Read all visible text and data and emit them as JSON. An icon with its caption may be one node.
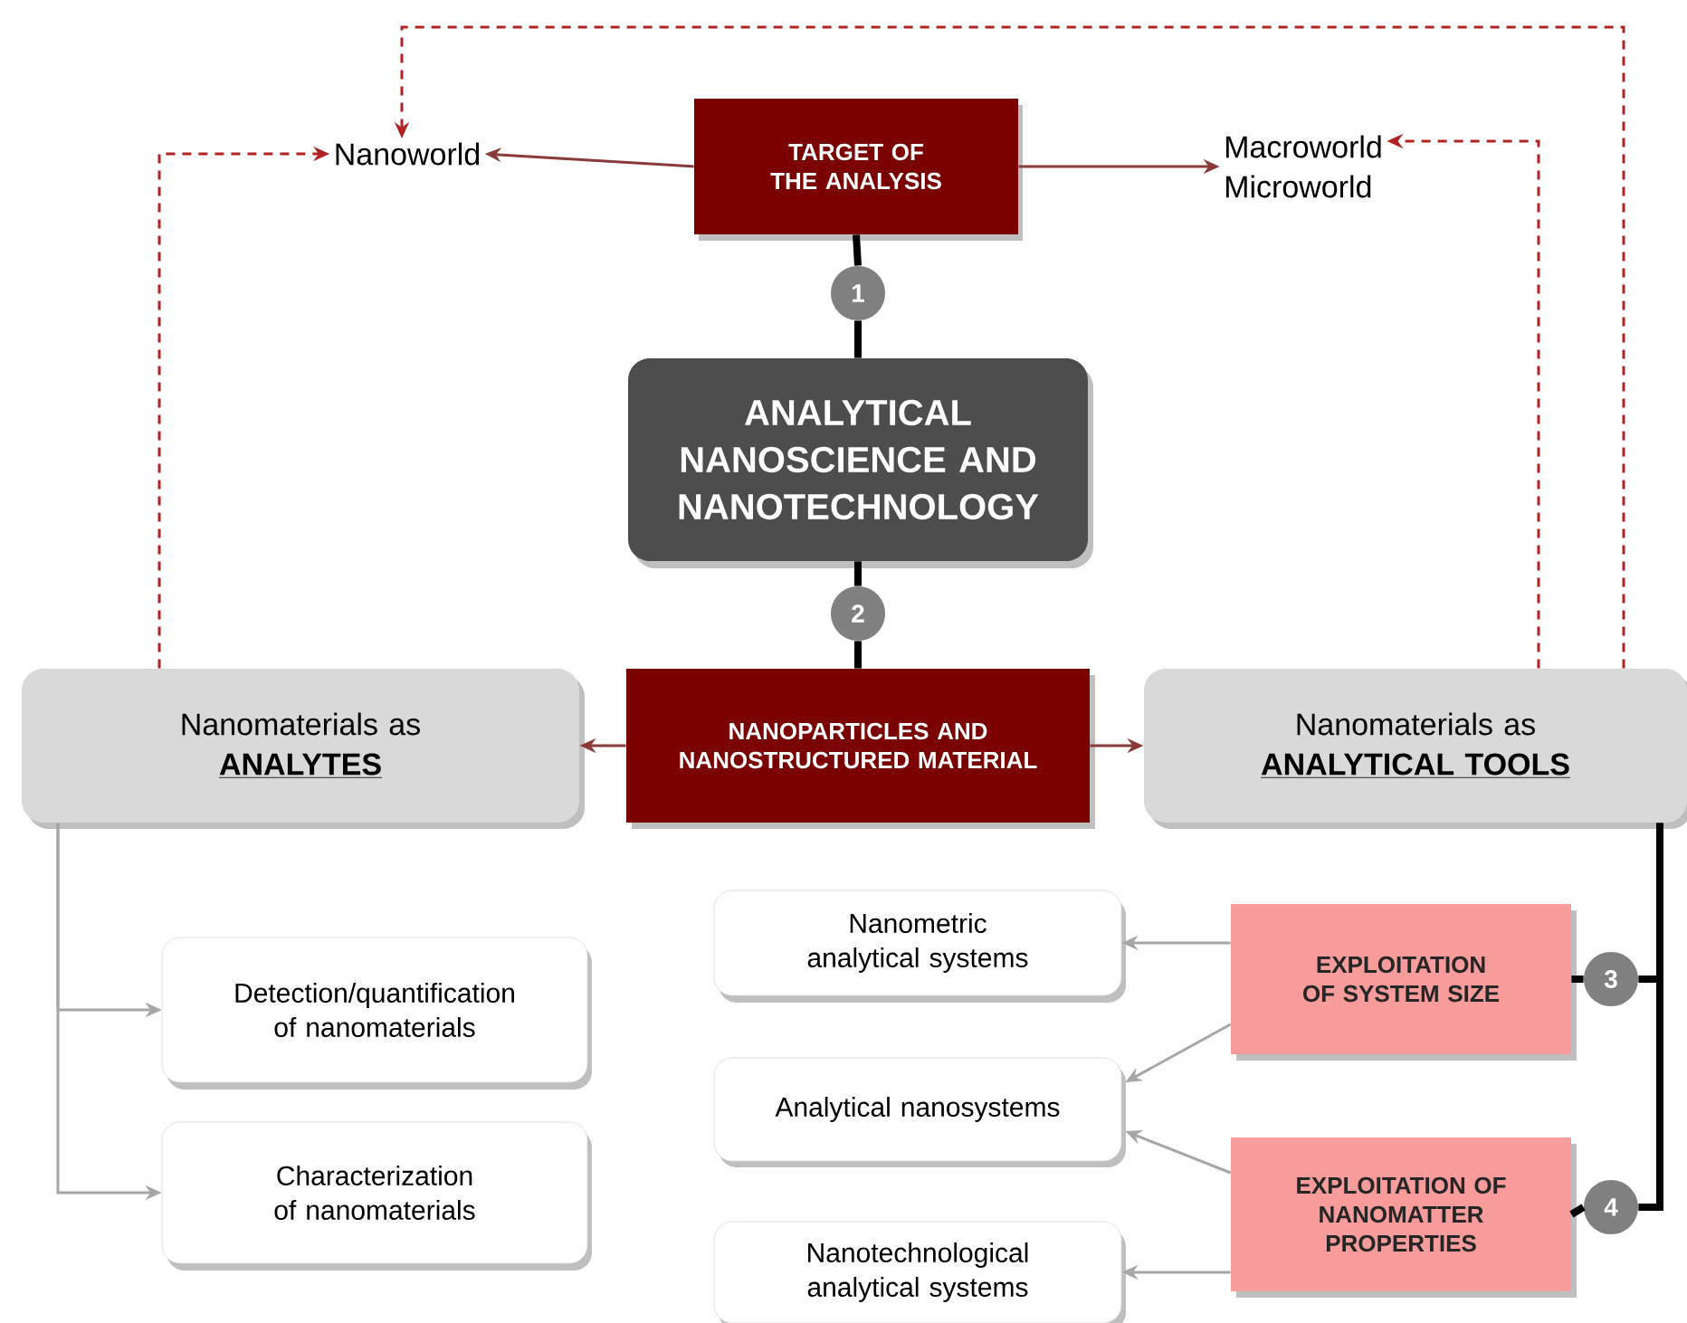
{
  "diagram": {
    "nodes": [
      {
        "text": [
          "Nanoworld"
        ]
      },
      {
        "text": [
          "TARGET OF THE ANALYSIS"
        ]
      },
      {
        "text": [
          "Macroworld",
          "Microworld"
        ]
      },
      {
        "text": [
          "1"
        ]
      },
      {
        "text": [
          "ANALYTICAL NANOSCIENCE AND NANOTECHNOLOGY"
        ]
      },
      {
        "text": [
          "2"
        ]
      },
      {
        "text": [
          "Nanomaterials as",
          "ANALYTES"
        ]
      },
      {
        "text": [
          "NANOPARTICLES AND NANOSTRUCTURED MATERIAL"
        ]
      },
      {
        "text": [
          "Nanomaterials as",
          "ANALYTICAL TOOLS"
        ]
      },
      {
        "text": [
          "Nanometric analytical systems"
        ]
      },
      {
        "text": [
          "EXPLOITATION OF SYSTEM SIZE"
        ]
      },
      {
        "text": [
          "3"
        ]
      },
      {
        "text": [
          "Detection/quantification of nanomaterials"
        ]
      },
      {
        "text": [
          "Analytical nanosystems"
        ]
      },
      {
        "text": [
          "Characterization of nanomaterials"
        ]
      },
      {
        "text": [
          "EXPLOITATION OF NANOMATTER PROPERTIES"
        ]
      },
      {
        "text": [
          "4"
        ]
      },
      {
        "text": [
          "Nanotechnological analytical systems"
        ]
      }
    ],
    "edges": [
      {
        "from": 1,
        "to": 0,
        "arrow": "to",
        "color": "#8b3a3a"
      },
      {
        "from": 1,
        "to": 2,
        "arrow": "to",
        "color": "#8b3a3a"
      },
      {
        "from": 1,
        "to": 3,
        "arrow": "none",
        "style": "thick"
      },
      {
        "from": 3,
        "to": 4,
        "arrow": "none",
        "style": "thick"
      },
      {
        "from": 4,
        "to": 5,
        "arrow": "none",
        "style": "thick"
      },
      {
        "from": 5,
        "to": 7,
        "arrow": "none",
        "style": "thick"
      },
      {
        "from": 7,
        "to": 6,
        "arrow": "to",
        "color": "#8b3a3a"
      },
      {
        "from": 7,
        "to": 8,
        "arrow": "to",
        "color": "#8b3a3a"
      },
      {
        "from": 6,
        "to": 0,
        "arrow": "to",
        "style": "dashed",
        "color": "#b22222"
      },
      {
        "from": 8,
        "to": 0,
        "arrow": "to",
        "style": "dashed",
        "color": "#b22222"
      },
      {
        "from": 8,
        "to": 2,
        "arrow": "to",
        "style": "dashed",
        "color": "#b22222"
      },
      {
        "from": 6,
        "to": 12,
        "arrow": "to",
        "color": "#a6a6a6"
      },
      {
        "from": 6,
        "to": 14,
        "arrow": "to",
        "color": "#a6a6a6"
      },
      {
        "from": 8,
        "to": 11,
        "arrow": "none",
        "style": "thick"
      },
      {
        "from": 11,
        "to": 10,
        "arrow": "none",
        "style": "thick"
      },
      {
        "from": 8,
        "to": 16,
        "arrow": "none",
        "style": "thick"
      },
      {
        "from": 16,
        "to": 15,
        "arrow": "none",
        "style": "thick"
      },
      {
        "from": 10,
        "to": 9,
        "arrow": "to",
        "color": "#a6a6a6"
      },
      {
        "from": 10,
        "to": 13,
        "arrow": "to",
        "color": "#a6a6a6"
      },
      {
        "from": 15,
        "to": 13,
        "arrow": "to",
        "color": "#a6a6a6"
      },
      {
        "from": 15,
        "to": 17,
        "arrow": "to",
        "color": "#a6a6a6"
      }
    ]
  }
}
